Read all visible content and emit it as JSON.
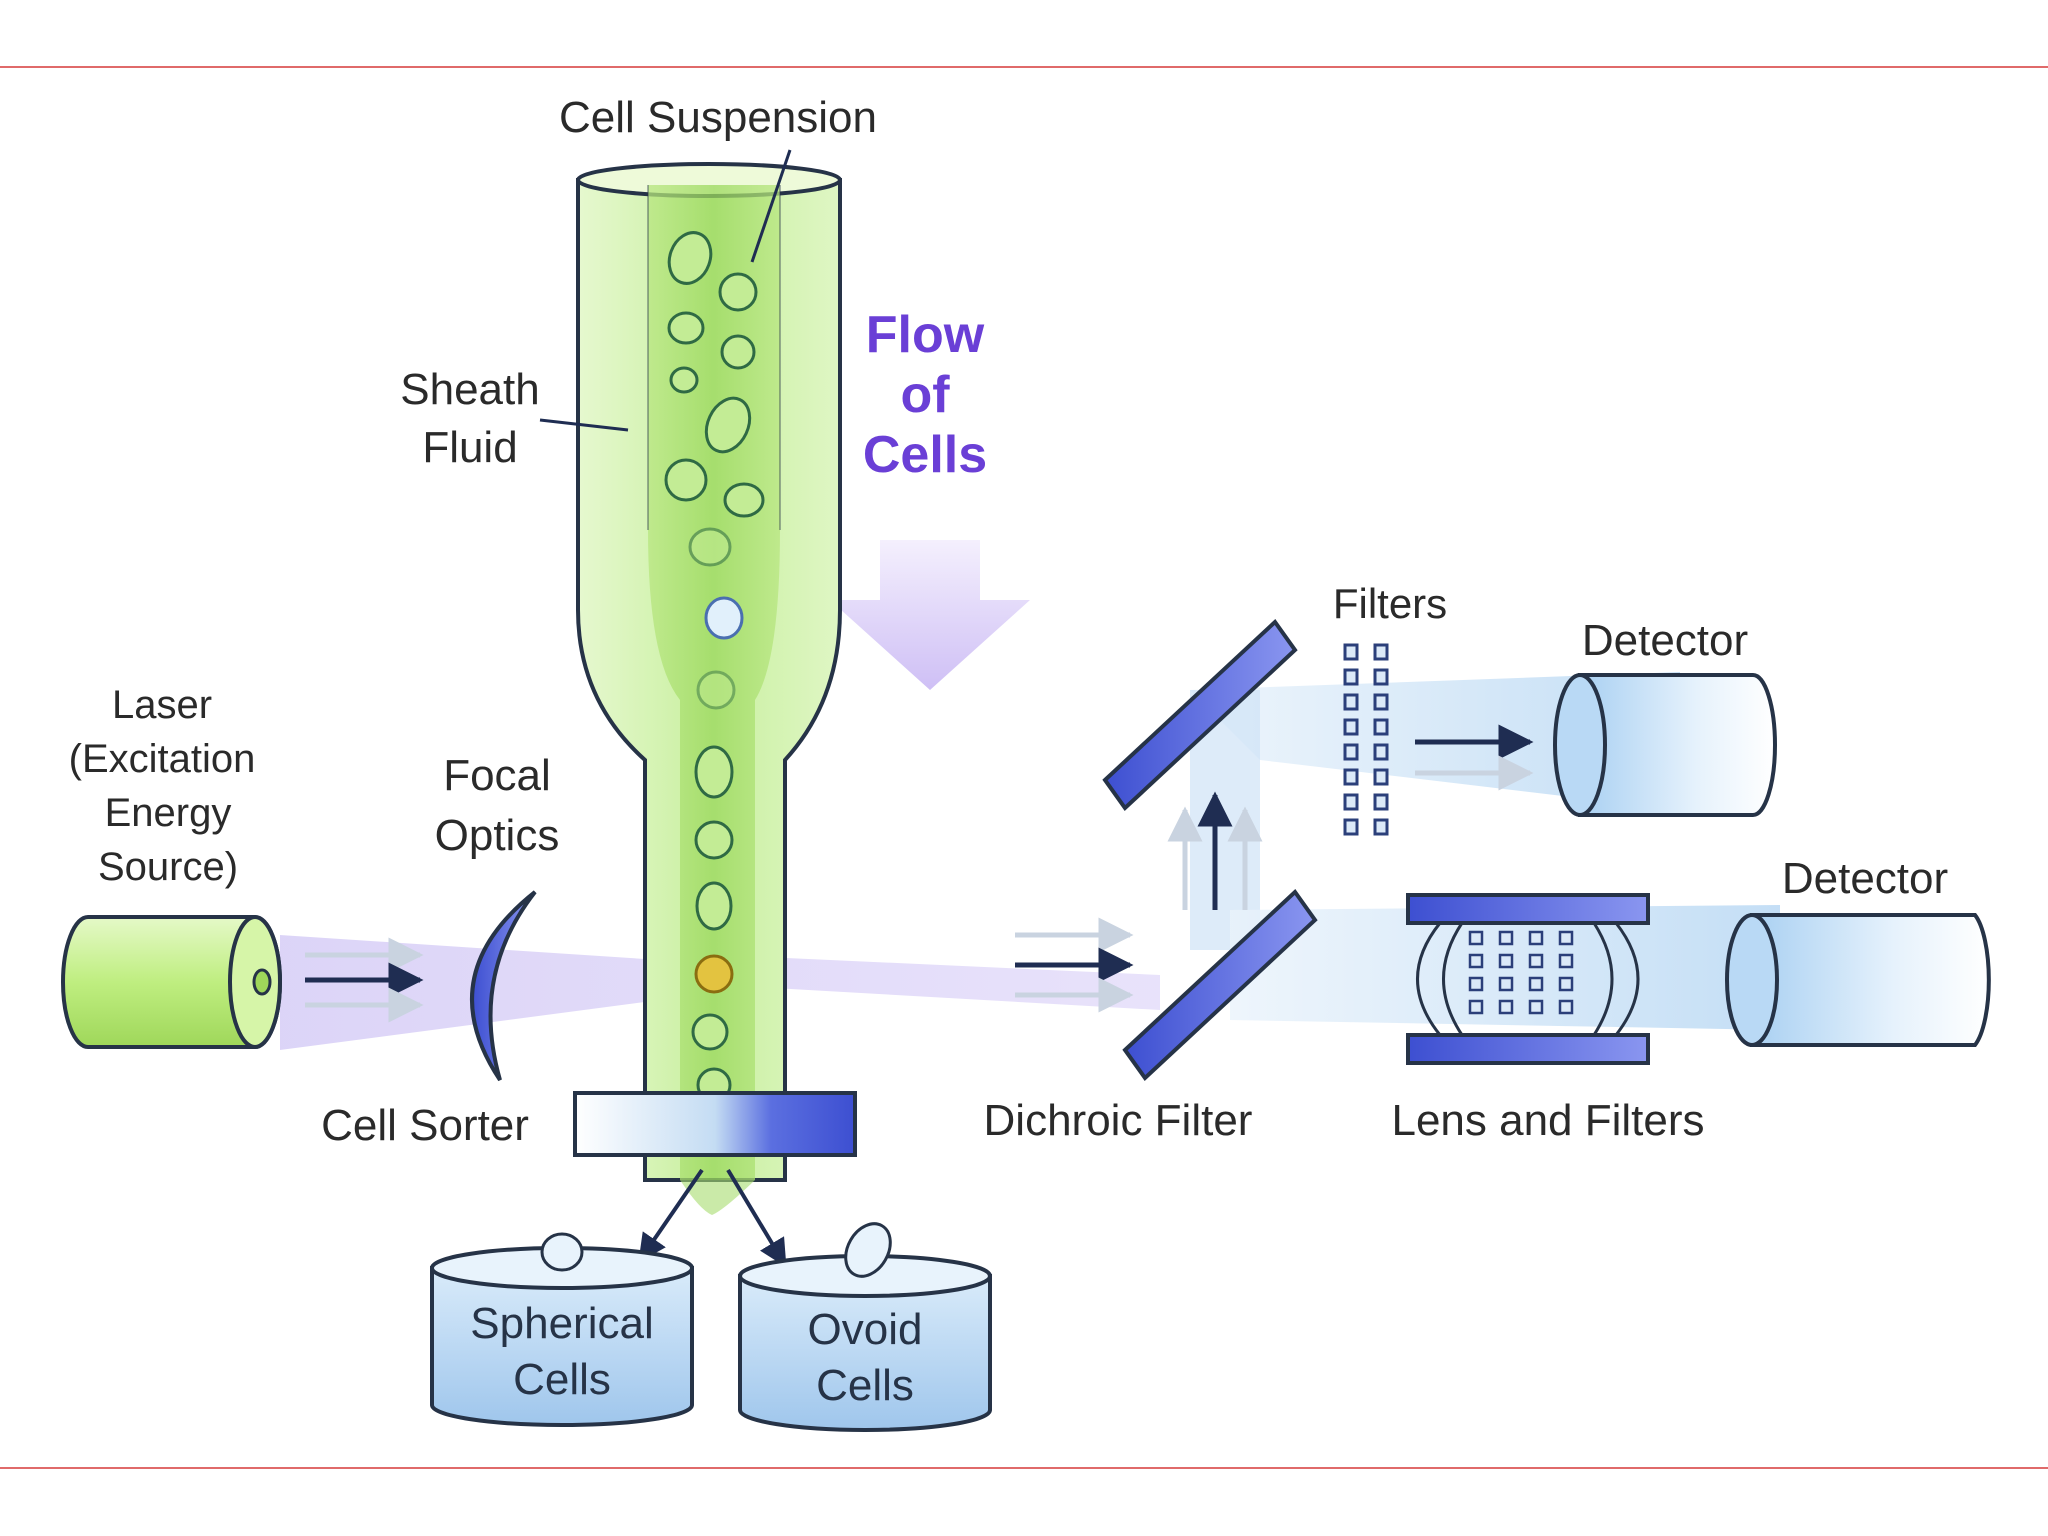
{
  "colors": {
    "frame_line": "#e06a6a",
    "sheath_green": "#c9f0a0",
    "stream_green": "#a6dc6e",
    "flow_purple": "#6a3fd6",
    "optic_blue": "#3d4fd1",
    "beam_blue": "#bcd8f4",
    "outline": "#263347"
  },
  "labels": {
    "cell_suspension": "Cell Suspension",
    "sheath_fluid_line1": "Sheath",
    "sheath_fluid_line2": "Fluid",
    "flow_line1": "Flow",
    "flow_line2": "of",
    "flow_line3": "Cells",
    "laser_line1": "Laser",
    "laser_line2": "(Excitation",
    "laser_line3": "Energy",
    "laser_line4": "Source)",
    "focal_line1": "Focal",
    "focal_line2": "Optics",
    "cell_sorter": "Cell Sorter",
    "spherical_line1": "Spherical",
    "spherical_line2": "Cells",
    "ovoid_line1": "Ovoid",
    "ovoid_line2": "Cells",
    "filters": "Filters",
    "detector_top": "Detector",
    "detector_bottom": "Detector",
    "dichroic_filter": "Dichroic Filter",
    "lens_and_filters": "Lens and Filters"
  },
  "icons": [
    "laser-cylinder-icon",
    "focal-lens-icon",
    "flow-arrow-icon",
    "dichroic-mirror-icon",
    "filter-grid-icon",
    "detector-cylinder-icon",
    "collection-bin-icon"
  ]
}
